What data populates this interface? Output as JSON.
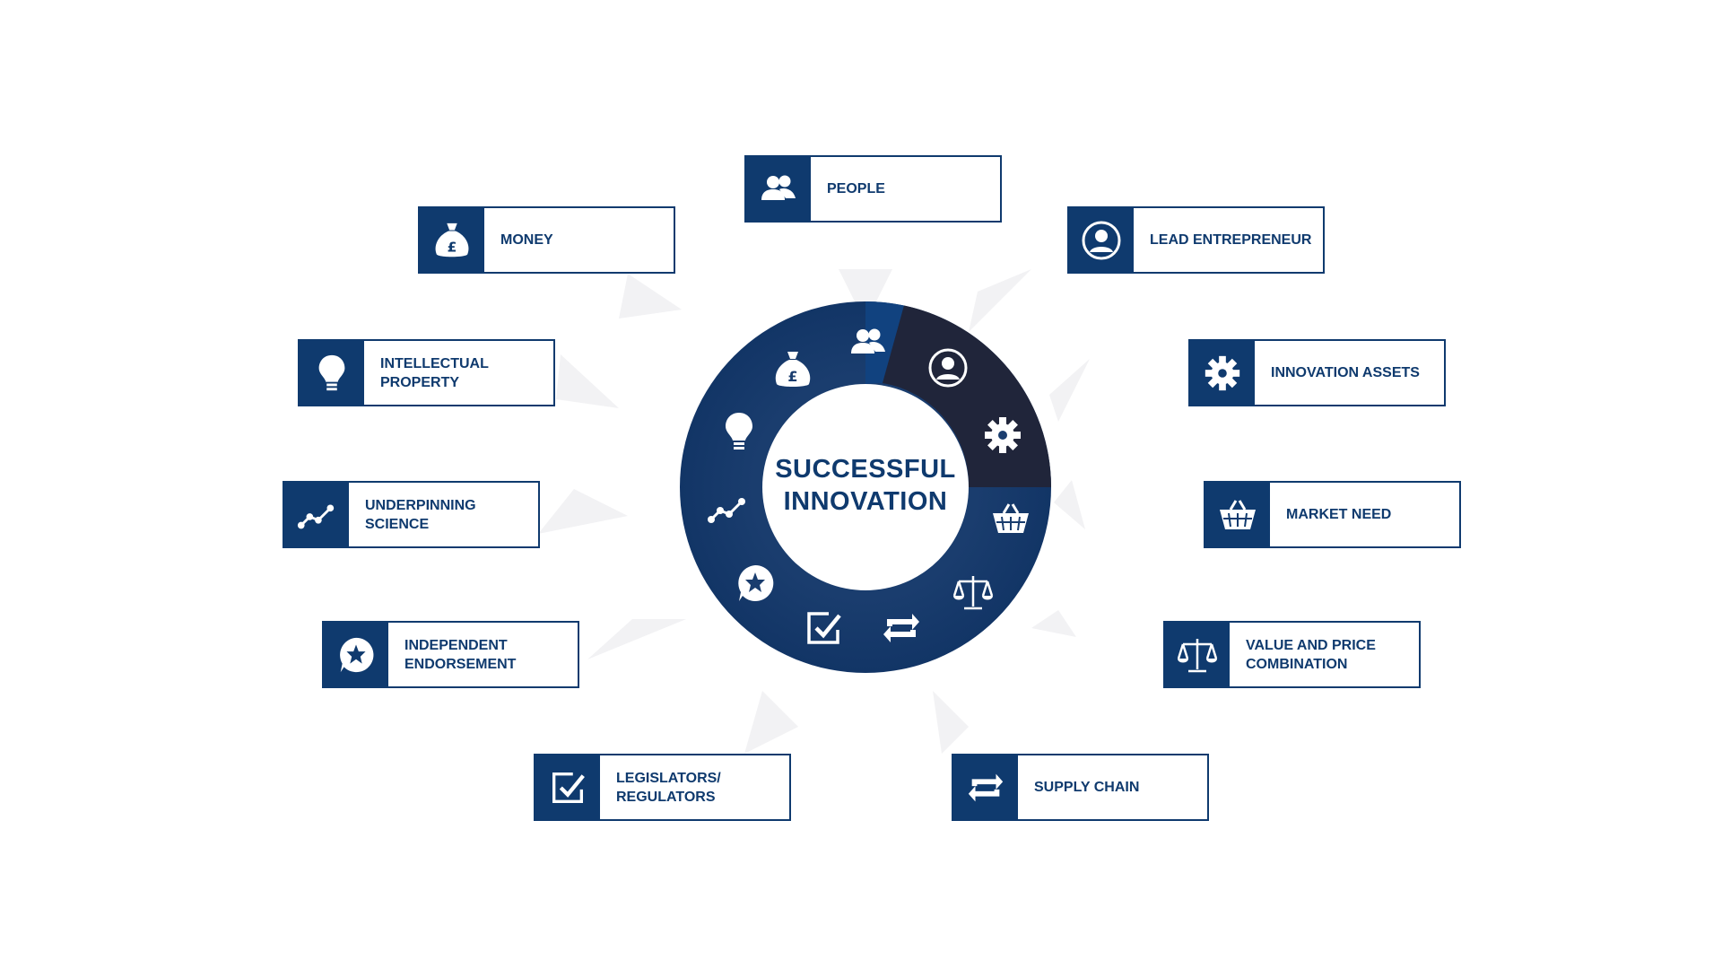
{
  "center": {
    "line1": "SUCCESSFUL",
    "line2": "INNOVATION"
  },
  "colors": {
    "navy": "#0f3a6e",
    "dark_segment": "#20253a",
    "highlight_segment": "#11427f",
    "ray": "#f2f2f4"
  },
  "factors": [
    {
      "id": "people",
      "label": "PEOPLE",
      "icon": "people-icon"
    },
    {
      "id": "lead-entrepreneur",
      "label": "LEAD ENTREPRENEUR",
      "icon": "user-icon"
    },
    {
      "id": "innovation-assets",
      "label": "INNOVATION ASSETS",
      "icon": "gear-icon"
    },
    {
      "id": "market-need",
      "label": "MARKET NEED",
      "icon": "basket-icon"
    },
    {
      "id": "value-and-price",
      "label": "VALUE AND PRICE\nCOMBINATION",
      "icon": "scales-icon"
    },
    {
      "id": "supply-chain",
      "label": "SUPPLY CHAIN",
      "icon": "cycle-icon"
    },
    {
      "id": "legislators",
      "label": "LEGISLATORS/\nREGULATORS",
      "icon": "checkbox-icon"
    },
    {
      "id": "independent-endorsement",
      "label": "INDEPENDENT\nENDORSEMENT",
      "icon": "star-badge-icon"
    },
    {
      "id": "underpinning-science",
      "label": "UNDERPINNING\nSCIENCE",
      "icon": "trend-line-icon"
    },
    {
      "id": "intellectual-property",
      "label": "INTELLECTUAL\nPROPERTY",
      "icon": "lightbulb-icon"
    },
    {
      "id": "money",
      "label": "MONEY",
      "icon": "money-bag-icon"
    }
  ]
}
